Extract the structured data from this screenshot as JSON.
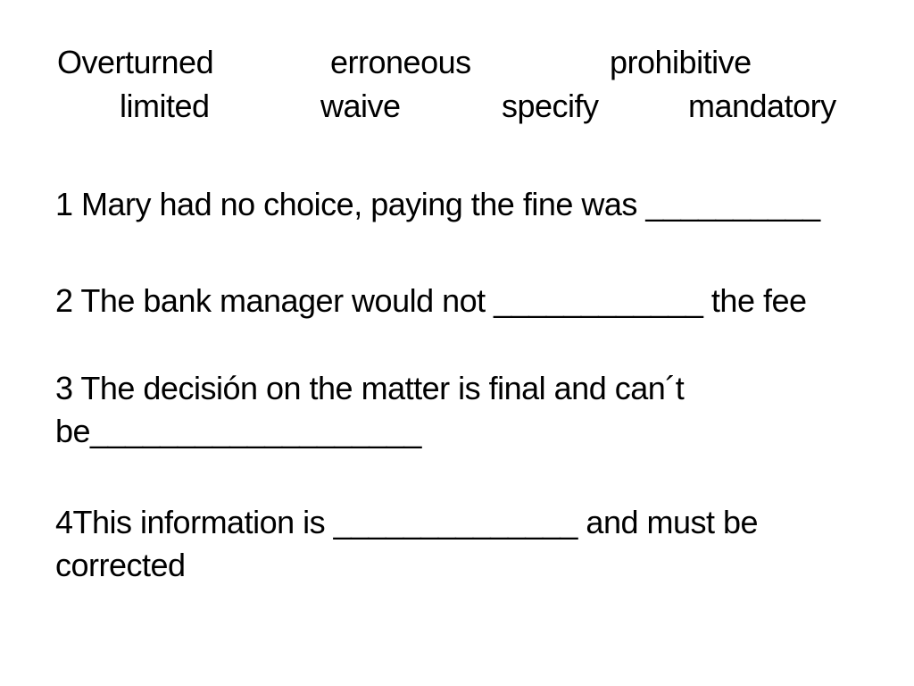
{
  "slide": {
    "background_color": "#ffffff",
    "text_color": "#000000"
  },
  "word_bank": {
    "row1": [
      "Overturned",
      "erroneous",
      "prohibitive"
    ],
    "row2": [
      "limited",
      "waive",
      "specify",
      "mandatory"
    ]
  },
  "questions": [
    {
      "lines": [
        "1 Mary had no choice, paying the fine was __________"
      ]
    },
    {
      "lines": [
        "2 The bank manager would not ____________ the fee"
      ]
    },
    {
      "lines": [
        "3 The decisión on the matter is final and can´t",
        "be___________________"
      ]
    },
    {
      "lines": [
        "4This information is ______________ and must be",
        "corrected"
      ]
    }
  ]
}
